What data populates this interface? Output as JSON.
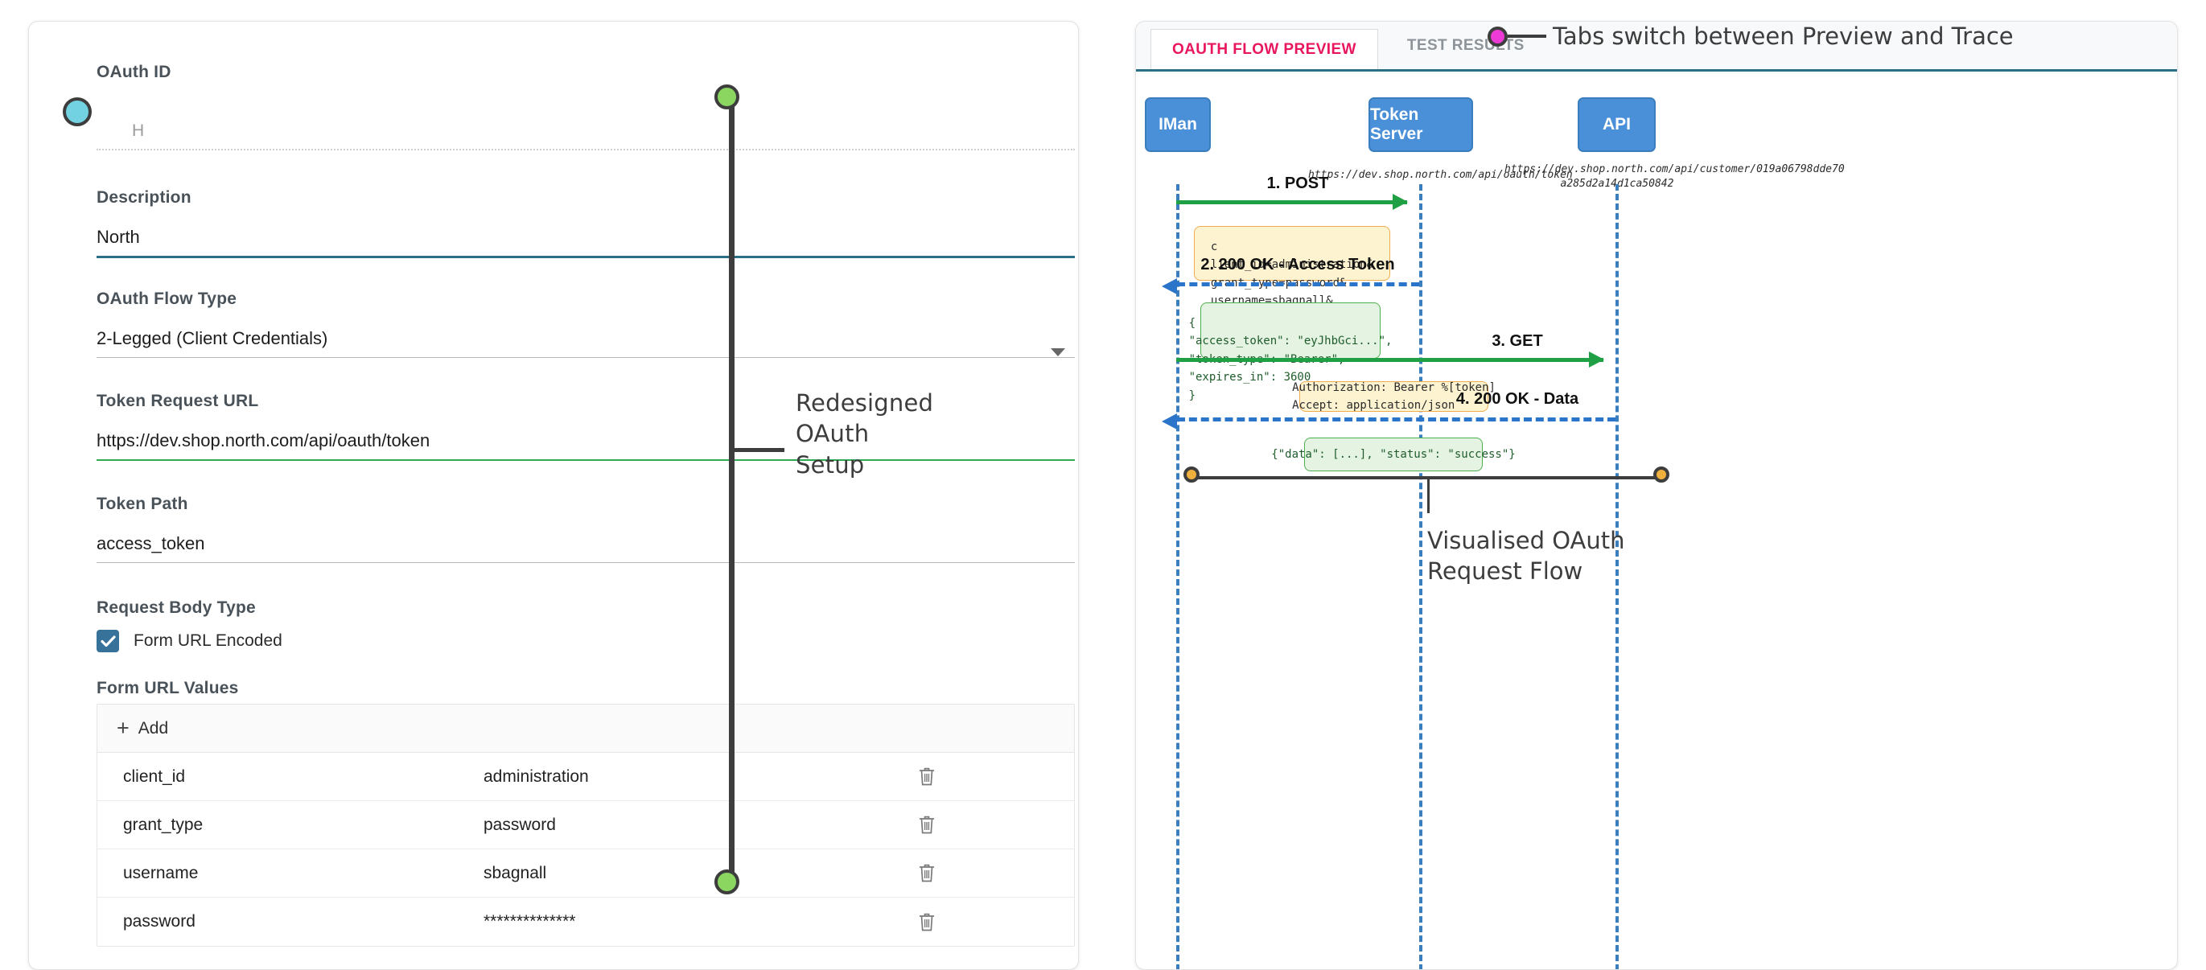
{
  "left_panel": {
    "fields": [
      {
        "label": "OAuth ID",
        "value": "H",
        "underline": "dotted"
      },
      {
        "label": "Description",
        "value": "North",
        "underline": "thick-teal"
      },
      {
        "label": "OAuth Flow Type",
        "value": "2-Legged (Client Credentials)",
        "underline": "plain",
        "has_caret": true
      },
      {
        "label": "Token Request URL",
        "value": "https://dev.shop.north.com/api/oauth/token",
        "underline": "green"
      },
      {
        "label": "Token Path",
        "value": "access_token",
        "underline": "plain"
      }
    ],
    "request_body_type": {
      "label": "Request Body Type",
      "checkbox_label": "Form URL Encoded",
      "checked": true
    },
    "form_url_values": {
      "label": "Form URL Values",
      "add_label": "Add",
      "rows": [
        {
          "key": "client_id",
          "value": "administration"
        },
        {
          "key": "grant_type",
          "value": "password"
        },
        {
          "key": "username",
          "value": "sbagnall"
        },
        {
          "key": "password",
          "value": "**************"
        }
      ]
    },
    "annotation": {
      "text": "Redesigned\nOAuth\nSetup"
    }
  },
  "right_panel": {
    "tabs": [
      {
        "label": "OAUTH FLOW PREVIEW",
        "active": true
      },
      {
        "label": "TEST RESULTS",
        "active": false
      }
    ],
    "tab_annotation": "Tabs switch between Preview and Trace",
    "bottom_annotation": "Visualised OAuth\nRequest Flow",
    "colors": {
      "active_tab": "#e8165f",
      "tab_underline": "#2a6f85",
      "actor_fill": "#4a90d9",
      "lifeline": "#3a7ebd",
      "request_arrow": "#1fa045",
      "response_arrow": "#2a74c9",
      "note_yellow_bg": "#fdf3d0",
      "note_green_bg": "#e4f3e2",
      "annotation_dot_magenta": "#ee3ad6",
      "annotation_dot_orange": "#efb03e",
      "annotation_dot_green": "#8bd660",
      "annotation_dot_cyan": "#72d2e2"
    },
    "sequence_diagram": {
      "actors": [
        {
          "name": "IMan",
          "url": ""
        },
        {
          "name": "Token Server",
          "url": "https://dev.shop.north.com/api/oauth/token"
        },
        {
          "name": "API",
          "url": "https://dev.shop.north.com/api/customer/019a06798dde70\na285d2a14d1ca50842"
        }
      ],
      "messages": [
        {
          "label": "1. POST",
          "from": "IMan",
          "to": "Token Server",
          "style": "solid"
        },
        {
          "label": "2. 200 OK - Access Token",
          "from": "Token Server",
          "to": "IMan",
          "style": "dashed"
        },
        {
          "label": "3. GET",
          "from": "IMan",
          "to": "API",
          "style": "solid"
        },
        {
          "label": "4. 200 OK - Data",
          "from": "API",
          "to": "IMan",
          "style": "dashed"
        }
      ],
      "notes": [
        {
          "kind": "yellow",
          "text": "c\nlient_id=administration&\ngrant_type=password&\nusername=sbagnall&\npassword=****"
        },
        {
          "kind": "green",
          "text": "{\n\"access_token\": \"eyJhbGci...\",\n\"token_type\": \"Bearer\",\n\"expires_in\": 3600\n}"
        },
        {
          "kind": "yellow",
          "text": "Authorization: Bearer %[token]\nAccept: application/json"
        },
        {
          "kind": "green",
          "text": "{\"data\": [...], \"status\": \"success\"}"
        }
      ]
    }
  }
}
